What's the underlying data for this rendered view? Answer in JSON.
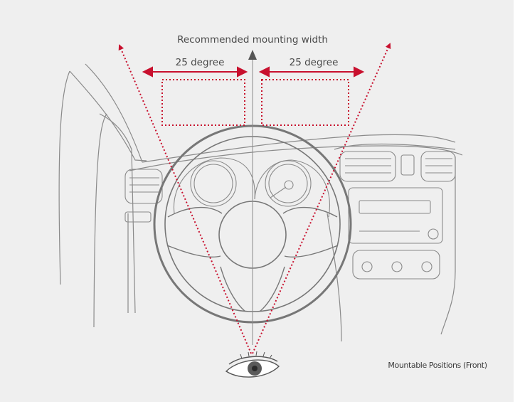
{
  "diagram": {
    "title": "Recommended mounting width",
    "left_angle_label": "25 degree",
    "right_angle_label": "25 degree",
    "caption": "Mountable Positions (Front)"
  },
  "colors": {
    "background": "#efefef",
    "line_art": "#8a8a8a",
    "wheel": "#777777",
    "accent": "#c8102e",
    "text": "#4a4a4a"
  }
}
